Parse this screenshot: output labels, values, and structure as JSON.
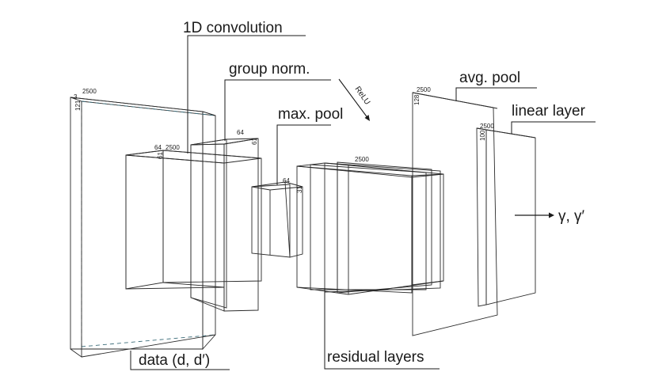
{
  "labels": {
    "conv": "1D convolution",
    "groupnorm": "group norm.",
    "relu": "ReLU",
    "maxpool": "max. pool",
    "avgpool": "avg. pool",
    "linear": "linear layer",
    "output": "γ, γ′",
    "data": "data (d, d′)",
    "residual": "residual layers"
  },
  "dims": {
    "data_w": "2500",
    "data_d": "3",
    "data_h": "121",
    "conv_w": "2500",
    "conv_d": "64",
    "conv_h": "61",
    "gn_d": "64",
    "gn_h": "61",
    "mp_d": "64",
    "mp_h": "31",
    "res_w": "2500",
    "avg_w": "2500",
    "avg_h": "128",
    "lin_w": "2500",
    "lin_h": "100"
  },
  "colors": {
    "data": "#8fdcea",
    "conv": "#dff57a",
    "groupnorm": "#6ad32c",
    "maxpool": "#8a5cf0",
    "residual": "#ff22d4",
    "avgpool": "#7ee8b8",
    "linear": "#f47b80"
  }
}
